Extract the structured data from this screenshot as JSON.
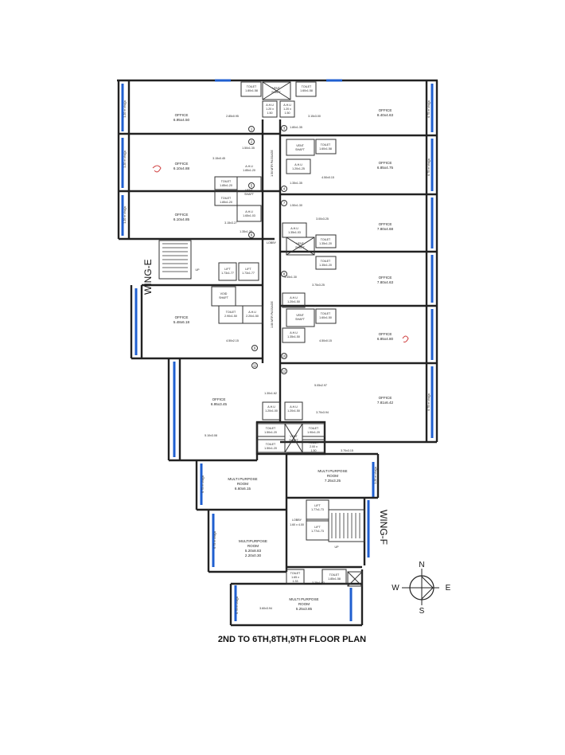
{
  "title": "2ND TO 6TH,8TH,9TH  FLOOR PLAN",
  "wings": {
    "e": "WING-E",
    "f": "WING-F"
  },
  "compass": {
    "n": "N",
    "s": "S",
    "e": "E",
    "w": "W"
  },
  "corridor_labels": {
    "upper": "1.50 MTR PASSAGE",
    "lower": "1.80 MTR PASSAGE",
    "lobby": "LOBBY",
    "lobby_f": "LOBBY"
  },
  "rooms": {
    "toilet_top_l": [
      "TOILET",
      "1.80x1.58"
    ],
    "vent_top": [
      "VENT",
      "SHAFT"
    ],
    "toilet_top_r": [
      "TOILET",
      "1.60x1.58"
    ],
    "ahu_top_l": [
      "A.H.U",
      "1.20 x",
      "1.50"
    ],
    "ahu_top_r": [
      "A.H.U",
      "1.20 x",
      "1.50"
    ],
    "office_nw1": [
      "OFFICE",
      "6.95x4.50"
    ],
    "office_ne1": [
      "OFFICE",
      "8.40x4.63"
    ],
    "office_nw2": [
      "OFFICE",
      "6.10x4.88"
    ],
    "office_ne2": [
      "OFFICE",
      "6.85x4.75"
    ],
    "office_nw3": [
      "OFFICE",
      "6.10x4.85"
    ],
    "office_ne3": [
      "OFFICE",
      "7.80x4.68"
    ],
    "office_ne4": [
      "OFFICE",
      "7.80x4.63"
    ],
    "office_w4": [
      "OFFICE",
      "5.48x6.18"
    ],
    "office_ne5": [
      "OFFICE",
      "6.85x4.80"
    ],
    "office_w5": [
      "OFFICE",
      "6.95x3.45"
    ],
    "office_e5": [
      "OFFICE",
      "7.81x6.42"
    ],
    "toilet_w2": [
      "TOILET",
      "1.85x1.20"
    ],
    "toilet_w2b": [
      "TOILET",
      "1.85x1.20"
    ],
    "vent_w2": [
      "VENT",
      "SHAFT"
    ],
    "ahu_w2": [
      "A.H.U",
      "1.85x1.20"
    ],
    "ahu_w3": [
      "A.H.U",
      "1.65x1.03"
    ],
    "vent_e2": [
      "VENT",
      "SHAFT"
    ],
    "toilet_e2": [
      "TOILET",
      "1.60x1.58"
    ],
    "ahu_e2": [
      "A.H.U",
      "1.20x1.25"
    ],
    "ahu_e3": [
      "A.H.U",
      "1.35x1.03"
    ],
    "vent_e3": [
      "VENT",
      "SHAFT"
    ],
    "toilet_e3a": [
      "TOILET",
      "1.35x1.20"
    ],
    "toilet_e3b": [
      "TOILET",
      "1.35x1.20"
    ],
    "lift_e1": [
      "LIFT",
      "1.73x1.77"
    ],
    "lift_e2": [
      "LIFT",
      "1.73x1.77"
    ],
    "void": [
      "VOID",
      "SHAFT"
    ],
    "toilet_w4": [
      "TOILET",
      "2.90x1.50"
    ],
    "ahu_w4": [
      "A.H.U",
      "2.20x1.50"
    ],
    "ahu_e4": [
      "A.H.U",
      "1.20x1.50"
    ],
    "vent_e4": [
      "VENT",
      "SHAFT"
    ],
    "toilet_e4": [
      "TOILET",
      "1.60x1.50"
    ],
    "ahu_e4b": [
      "A.H.U",
      "1.35x1.50"
    ],
    "ahu_c1": [
      "A.H.U",
      "1.20x1.00"
    ],
    "ahu_c2": [
      "A.H.U",
      "1.20x1.50"
    ],
    "toilet_c1": [
      "TOILET",
      "1.50x1.20"
    ],
    "toilet_c2": [
      "TOILET",
      "1.50x1.20"
    ],
    "vent_c": [
      "VENT",
      "SHAFT"
    ],
    "toilet_c3": [
      "TOILET",
      "1.90x1.20"
    ],
    "toilet_c4": [
      "TOILET",
      "2.00 x",
      "1.50"
    ],
    "mpr_w1": [
      "MULTI PURPOSE",
      "ROOM",
      "6.60x6.15"
    ],
    "mpr_e1": [
      "MULTI PURPOSE",
      "ROOM",
      "7.25x3.25"
    ],
    "mpr_w2": [
      "MULTIPURPOSE",
      "ROOM",
      "5.20x8.83",
      "2.20x0.30"
    ],
    "lift_f1": [
      "LIFT",
      "1.77x1.73"
    ],
    "lift_f2": [
      "LIFT",
      "1.77x1.73"
    ],
    "toilet_f1": [
      "TOILET",
      "1.65 x",
      "1.33"
    ],
    "toilet_f2": [
      "TOILET",
      "1.85x1.58"
    ],
    "mpr_s": [
      "MULTI PURPOSE",
      "ROOM",
      "5.25x3.85"
    ]
  },
  "dimensions": [
    "2.85x0.95",
    "3.15x3.00",
    "1.80x1.35",
    "1.50x1.35",
    "3.15x0.45",
    "4.50x0.15",
    "1.35x1.35",
    "1.50x1.30",
    "3.15x3.27",
    "3.00x3.25",
    "1.35x1.35",
    "1.35x1.30",
    "3.75x3.25",
    "4.50x2.15",
    "4.50x0.15",
    "5.05x2.97",
    "1.30x1.62",
    "3.70x3.94",
    "5.10x3.08",
    "3.70x3.15",
    "3.25x1.63",
    "3.60x3.94",
    "1.60 x 4.00"
  ],
  "chajja_labels": [
    "1.20 m chajja",
    "1.20 m chajja",
    "1.20 m chajja",
    "0.75 m chajja",
    "0.75 m chajja",
    "0.75 m chajja",
    "1.20 m chajja",
    "0.75 m chajja",
    "0.75 m chajja",
    "0.75 m chajja"
  ],
  "up_labels": [
    "UP",
    "UP"
  ],
  "markers": [
    "1",
    "2",
    "3",
    "4",
    "5",
    "6",
    "7",
    "8",
    "9",
    "10",
    "11",
    "12"
  ]
}
